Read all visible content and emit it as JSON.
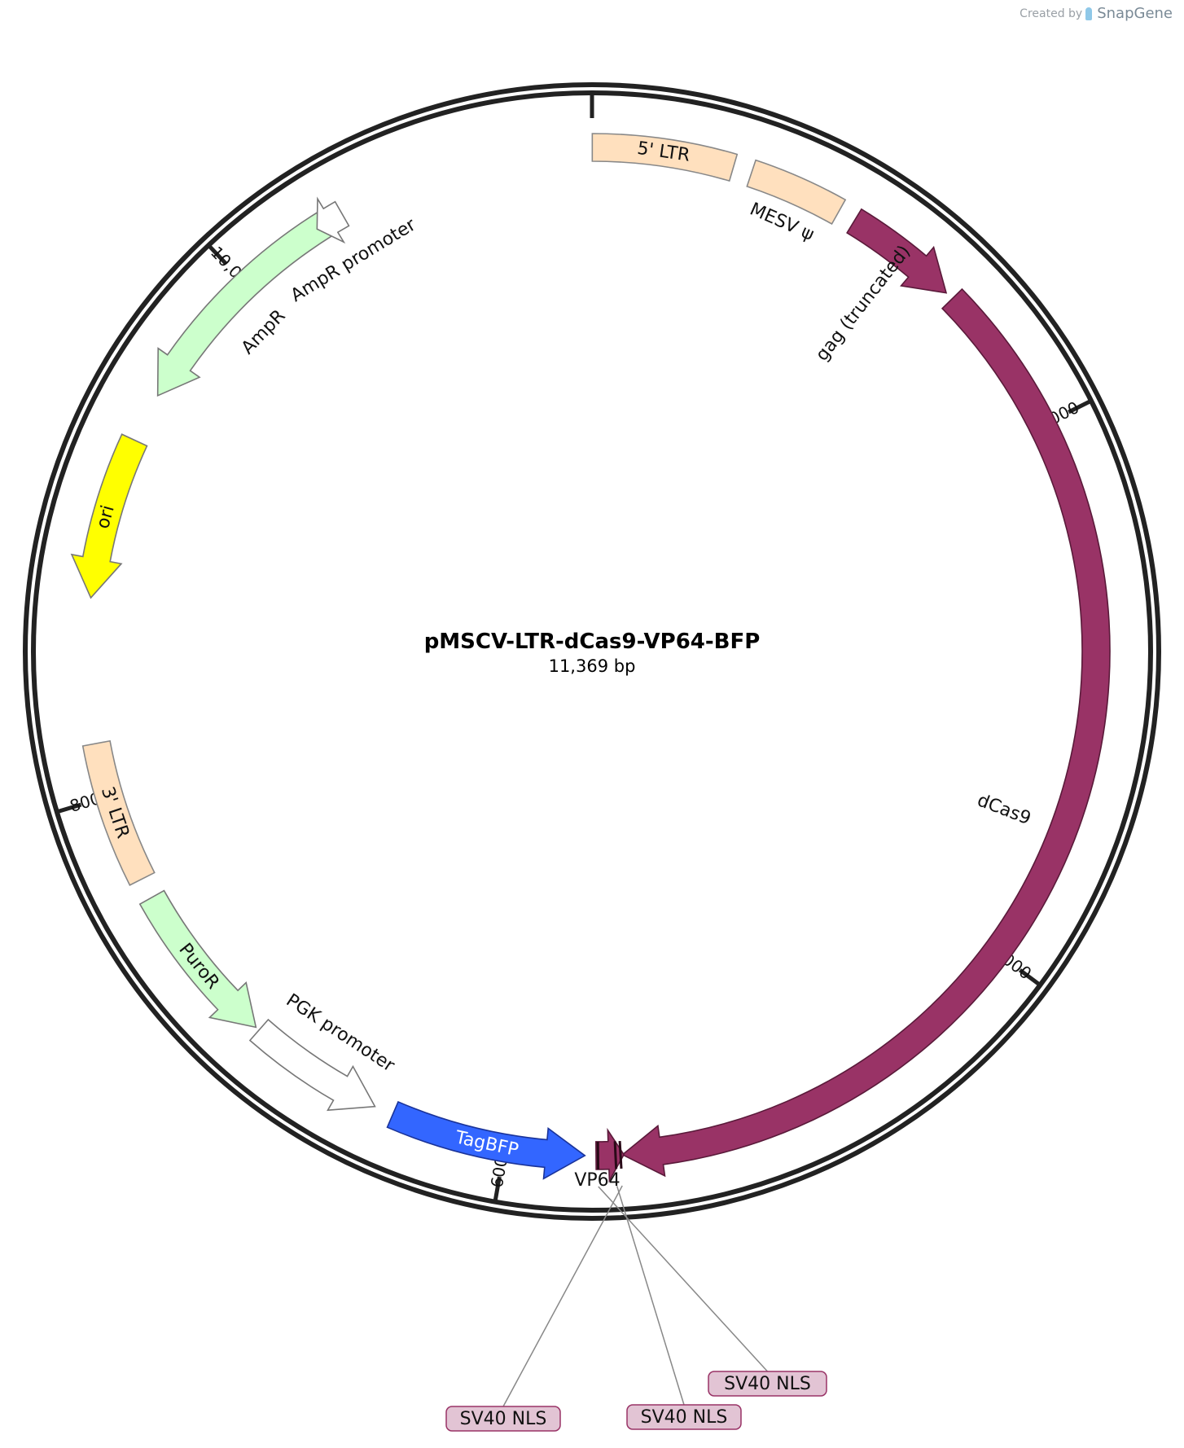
{
  "credit": {
    "prefix": "Created by",
    "brand": "SnapGene"
  },
  "plasmid": {
    "name": "pMSCV-LTR-dCas9-VP64-BFP",
    "length_label": "11,369 bp",
    "length_bp": 11369
  },
  "ticks": [
    {
      "bp": 0,
      "label": ""
    },
    {
      "bp": 2000,
      "label": "2000"
    },
    {
      "bp": 4000,
      "label": "4000"
    },
    {
      "bp": 6000,
      "label": "6000"
    },
    {
      "bp": 8000,
      "label": "8000"
    },
    {
      "bp": 10000,
      "label": "10,000"
    }
  ],
  "features": [
    {
      "id": "5ltr",
      "label": "5' LTR",
      "start": 1,
      "end": 514,
      "direction": "none",
      "fill": "#FFE0BE",
      "stroke": "#888888",
      "label_pos": "inside",
      "text_color": "#111111"
    },
    {
      "id": "mesv",
      "label": "MESV ψ",
      "start": 582,
      "end": 925,
      "direction": "none",
      "fill": "#FFE0BE",
      "stroke": "#888888",
      "label_pos": "inside-outer",
      "text_color": "#111111"
    },
    {
      "id": "gag",
      "label": "gag (truncated)",
      "start": 990,
      "end": 1410,
      "direction": "forward",
      "fill": "#993366",
      "stroke": "#5a1a3a",
      "label_pos": "inner",
      "text_color": "#111111"
    },
    {
      "id": "dcas9",
      "label": "dCas9",
      "start": 1440,
      "end": 5575,
      "direction": "forward",
      "fill": "#993366",
      "stroke": "#5a1a3a",
      "label_pos": "inner",
      "text_color": "#111111"
    },
    {
      "id": "vp64",
      "label": "VP64",
      "start": 5570,
      "end": 5670,
      "direction": "reverse",
      "fill": "#993366",
      "stroke": "#5a1a3a",
      "label_pos": "top",
      "text_color": "#111111"
    },
    {
      "id": "tagbfp",
      "label": "TagBFP",
      "start": 5710,
      "end": 6420,
      "direction": "reverse",
      "fill": "#3366FF",
      "stroke": "#1a3399",
      "label_pos": "inside",
      "text_color": "#ffffff"
    },
    {
      "id": "pgk",
      "label": "PGK promoter",
      "start": 6490,
      "end": 6990,
      "direction": "reverse",
      "fill": "#FFFFFF",
      "stroke": "#777777",
      "label_pos": "inner-side",
      "text_color": "#111111"
    },
    {
      "id": "puror",
      "label": "PuroR",
      "start": 7005,
      "end": 7605,
      "direction": "reverse",
      "fill": "#CCFFCC",
      "stroke": "#777777",
      "label_pos": "inside",
      "text_color": "#111111"
    },
    {
      "id": "3ltr",
      "label": "3' LTR",
      "start": 7680,
      "end": 8195,
      "direction": "none",
      "fill": "#FFE0BE",
      "stroke": "#888888",
      "label_pos": "inside",
      "text_color": "#111111"
    },
    {
      "id": "ori",
      "label": "ori",
      "start": 8720,
      "end": 9310,
      "direction": "reverse",
      "fill": "#FFFF00",
      "stroke": "#777777",
      "label_pos": "inside",
      "text_color": "#111111"
    },
    {
      "id": "ampr",
      "label": "AmpR",
      "start": 9490,
      "end": 10355,
      "direction": "reverse",
      "fill": "#CCFFCC",
      "stroke": "#777777",
      "label_pos": "inner-side",
      "text_color": "#111111"
    },
    {
      "id": "amprp",
      "label": "AmpR promoter",
      "start": 10325,
      "end": 10430,
      "direction": "reverse",
      "fill": "#FFFFFF",
      "stroke": "#777777",
      "label_pos": "inner-side",
      "text_color": "#111111"
    }
  ],
  "nls_callouts": [
    {
      "label": "SV40 NLS",
      "bp": 5663
    },
    {
      "label": "SV40 NLS",
      "bp": 5600
    },
    {
      "label": "SV40 NLS",
      "bp": 5582
    }
  ]
}
